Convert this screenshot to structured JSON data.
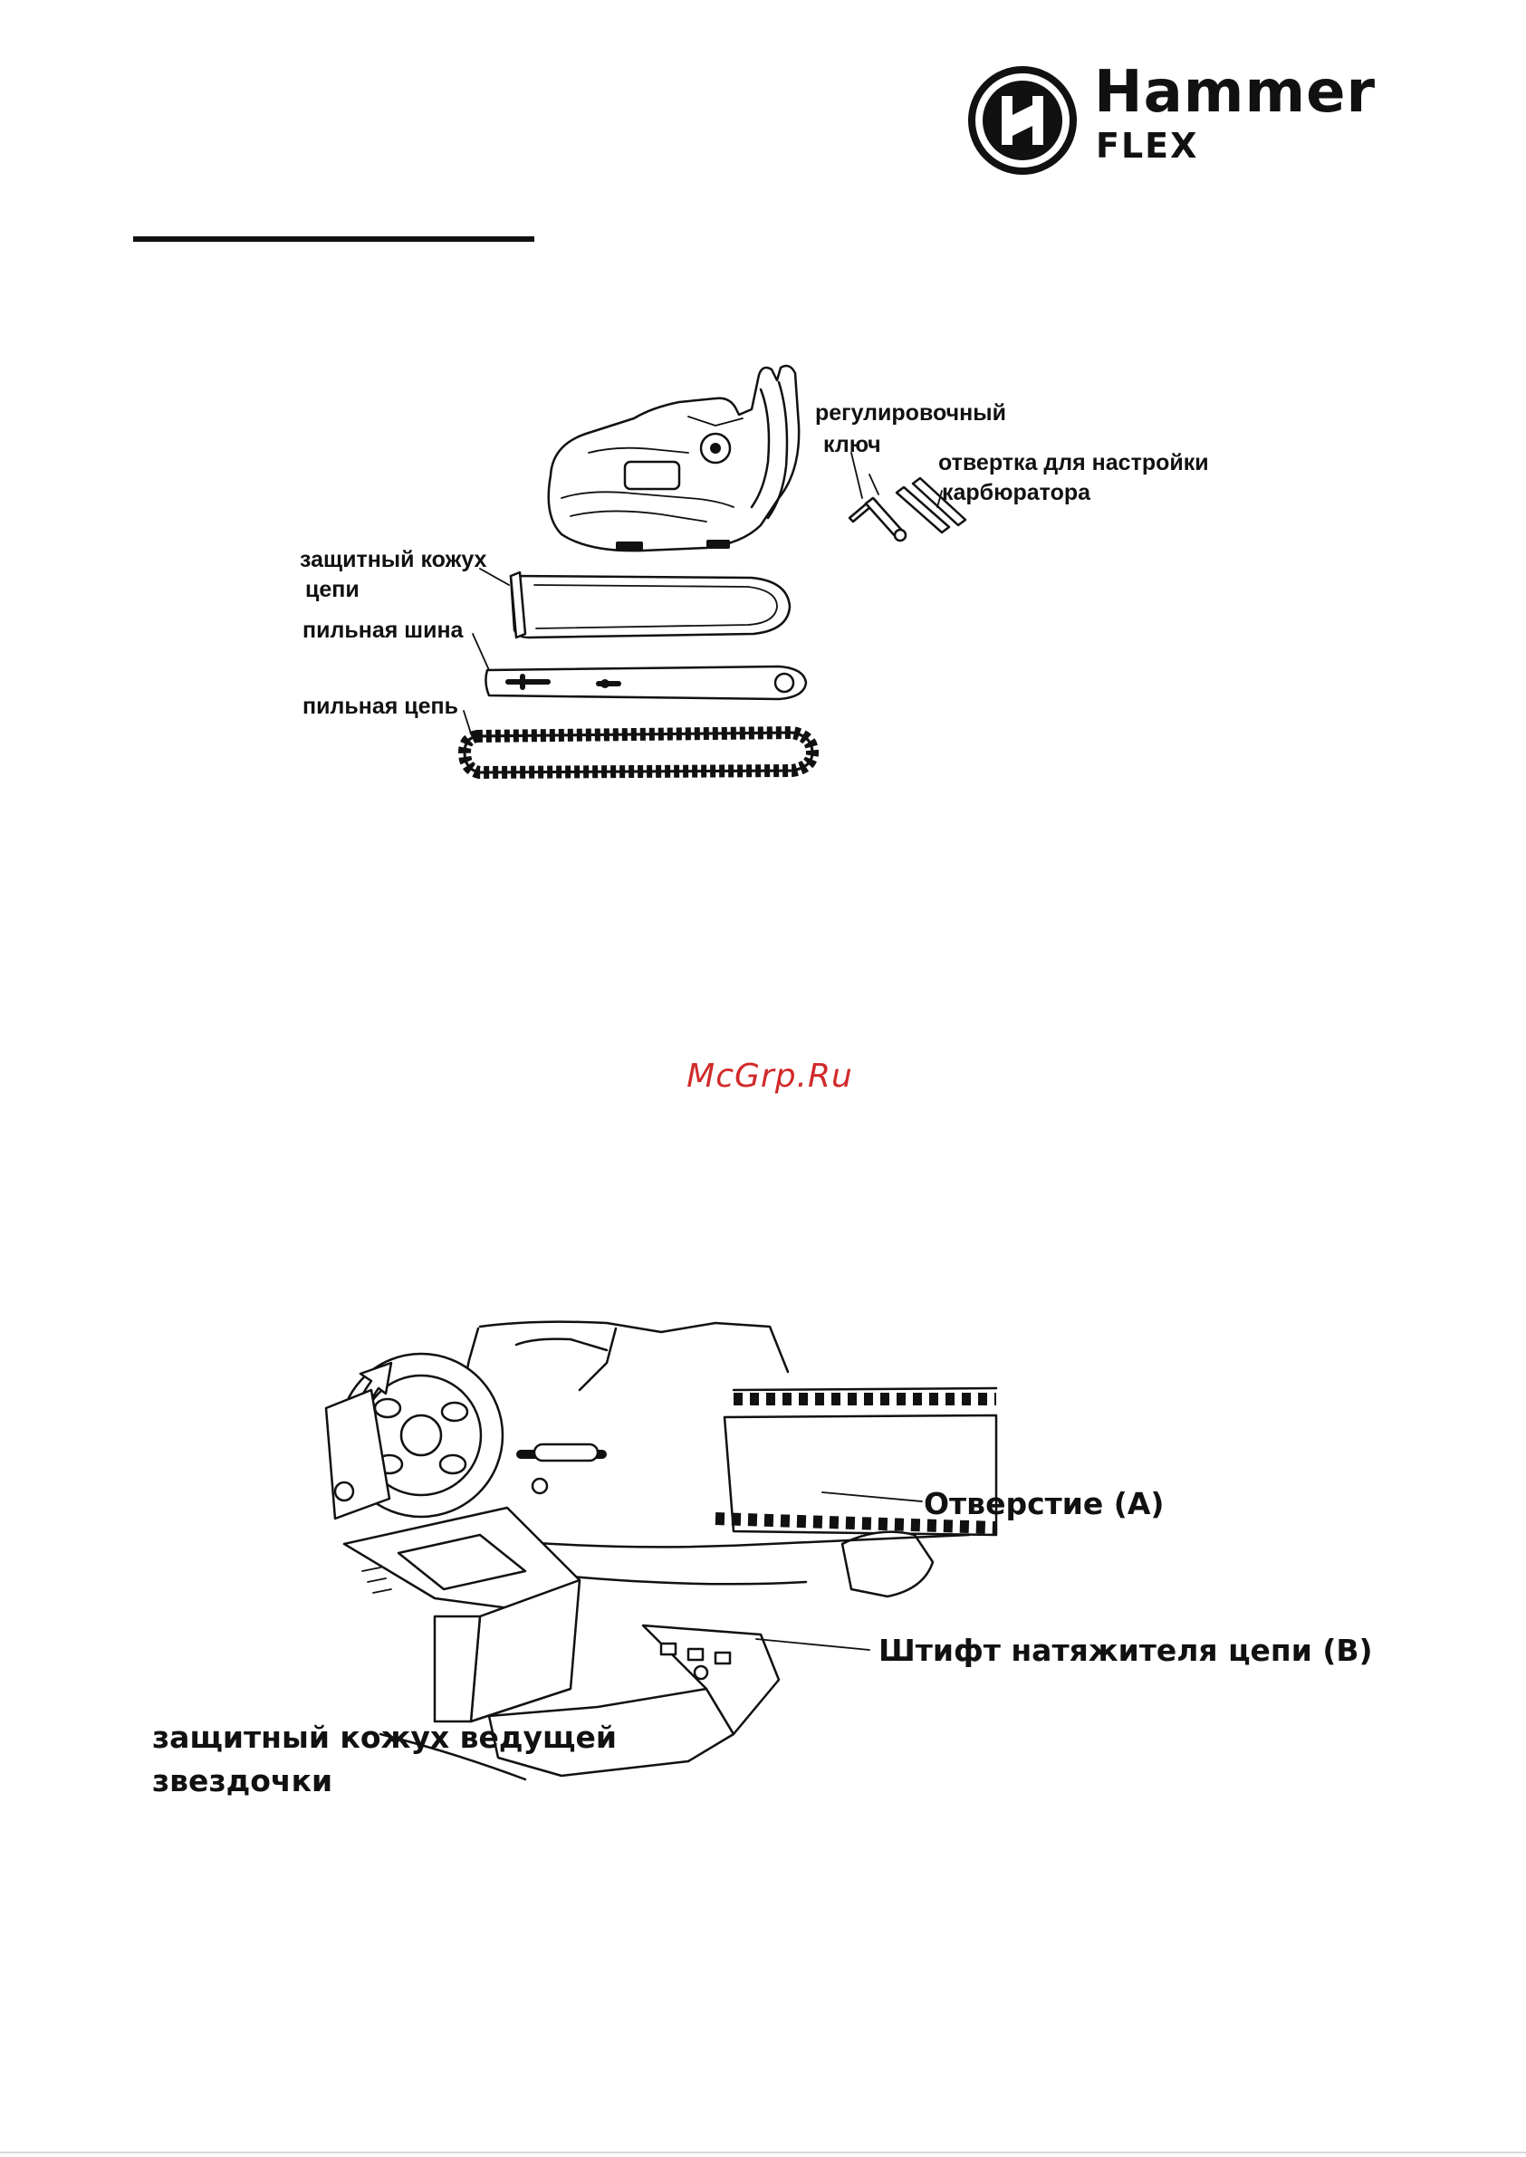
{
  "header": {
    "brand_name": "Hammer",
    "brand_sub": "FLEX",
    "logo_icon": "hammer-flex-logo-icon"
  },
  "figure1": {
    "labels": {
      "adjust_key_line1": "регулировочный",
      "adjust_key_line2": "ключ",
      "screwdriver_line1": "отвертка для настройки",
      "screwdriver_line2": "карбюратора",
      "chain_cover_line1": "защитный кожух",
      "chain_cover_line2": "цепи",
      "guide_bar": "пильная шина",
      "saw_chain": "пильная цепь"
    }
  },
  "watermark": "McGrp.Ru",
  "figure2": {
    "labels": {
      "hole": "Отверстие  (А)",
      "tensioner_pin": "Штифт натяжителя цепи (В)",
      "sprocket_cover_line1": "защитный кожух ведущей",
      "sprocket_cover_line2": "звездочки"
    }
  },
  "colors": {
    "ink": "#111111",
    "watermark": "#d22a2a",
    "background": "#ffffff"
  }
}
